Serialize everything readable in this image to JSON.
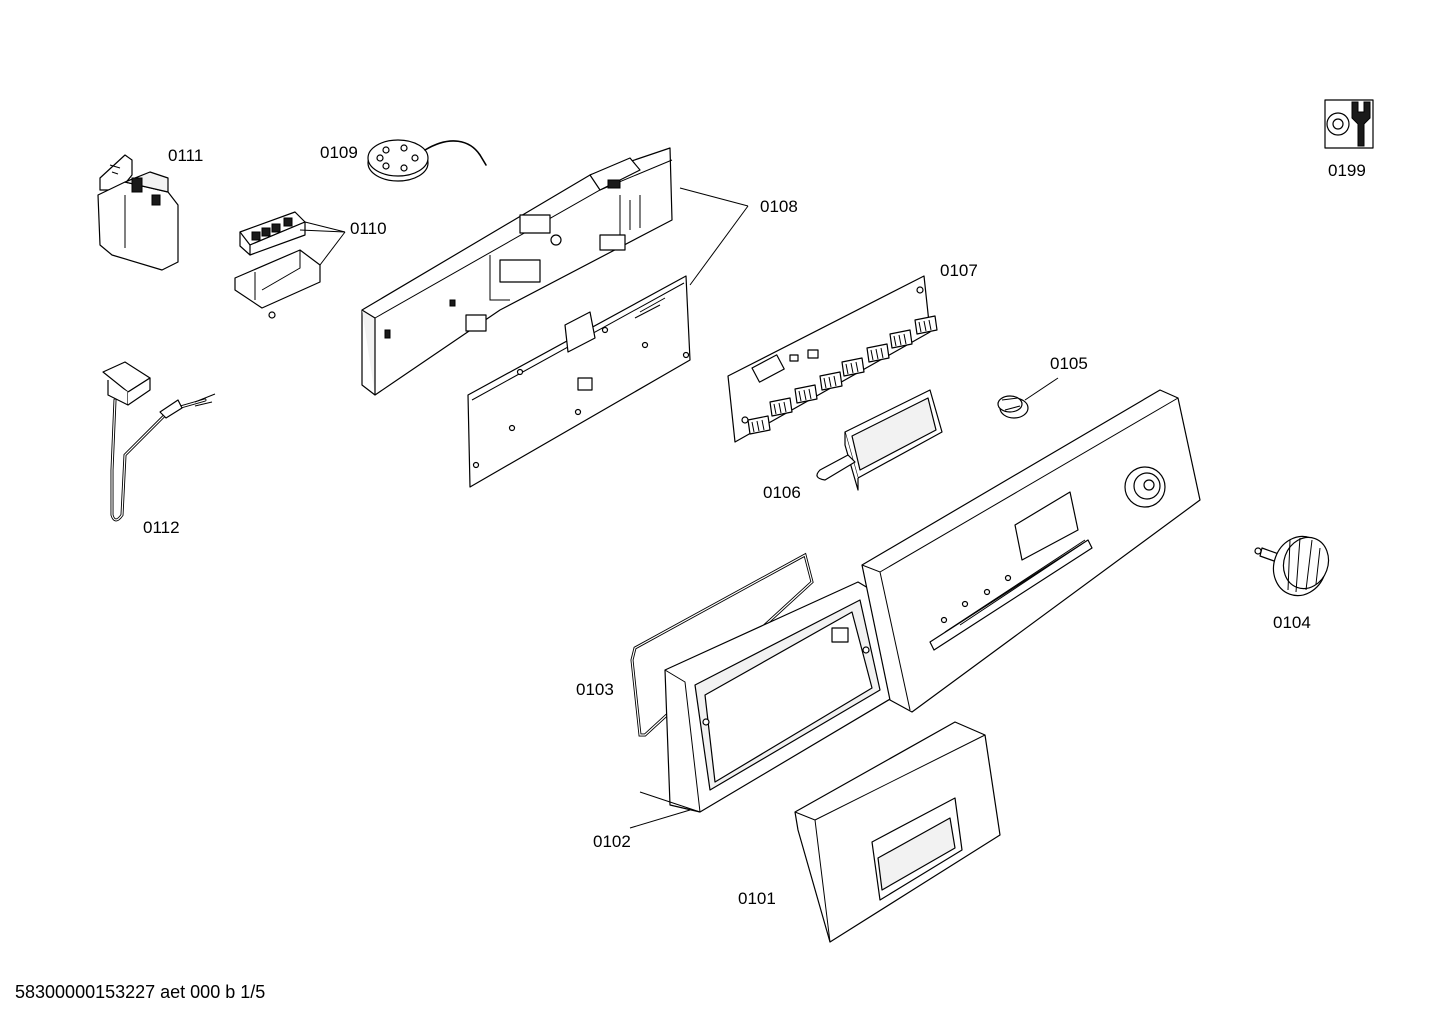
{
  "labels": {
    "p0111": "0111",
    "p0109": "0109",
    "p0110": "0110",
    "p0108": "0108",
    "p0107": "0107",
    "p0105": "0105",
    "p0106": "0106",
    "p0112": "0112",
    "p0199": "0199",
    "p0104": "0104",
    "p0103": "0103",
    "p0102": "0102",
    "p0101": "0101"
  },
  "footer": "58300000153227 aet 000 b 1/5"
}
